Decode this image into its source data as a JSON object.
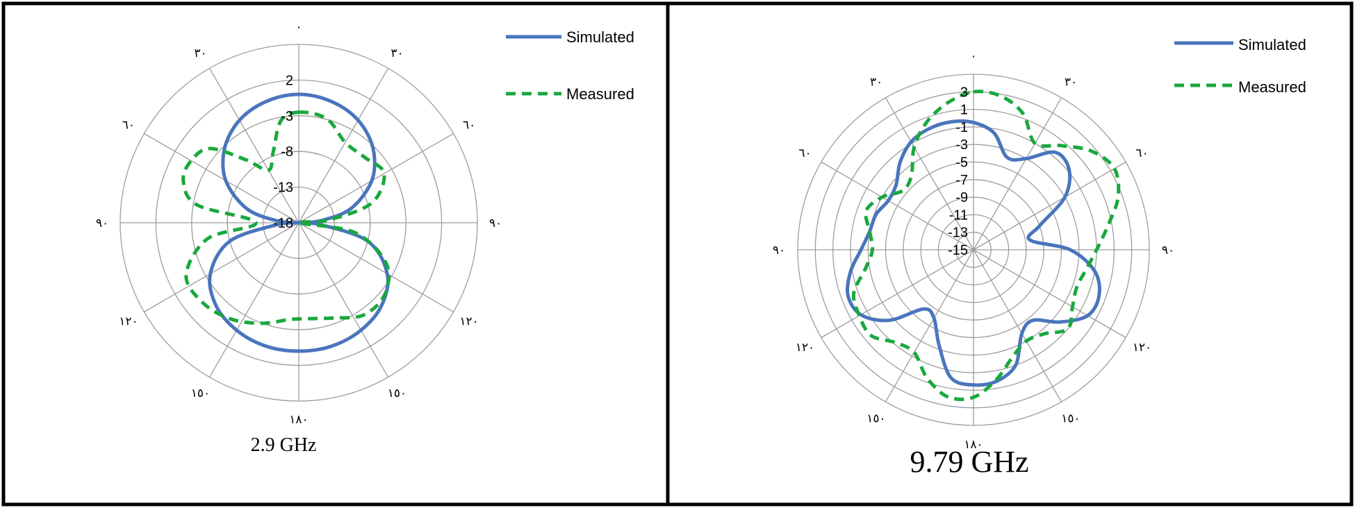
{
  "chart_data": [
    {
      "type": "polar-line",
      "caption": "2.9 GHz",
      "rlim": [
        -18,
        7
      ],
      "r_ticks": [
        "2",
        "-3",
        "-8",
        "-13",
        "-18"
      ],
      "r_tick_values": [
        2,
        -3,
        -8,
        -13,
        -18
      ],
      "angle_ticks": [
        {
          "deg": 0,
          "label": "٠"
        },
        {
          "deg": 30,
          "label": "٣٠"
        },
        {
          "deg": 60,
          "label": "٦٠"
        },
        {
          "deg": 90,
          "label": "٩٠"
        },
        {
          "deg": 120,
          "label": "١٢٠"
        },
        {
          "deg": 150,
          "label": "١٥٠"
        },
        {
          "deg": 180,
          "label": "١٨٠"
        },
        {
          "deg": 210,
          "label": "١٥٠"
        },
        {
          "deg": 240,
          "label": "١٢٠"
        },
        {
          "deg": 270,
          "label": "٩٠"
        },
        {
          "deg": 300,
          "label": "٦٠"
        },
        {
          "deg": 330,
          "label": "٣٠"
        }
      ],
      "legend_position": "top-right",
      "series": [
        {
          "name": "Simulated",
          "color": "#4a75bd",
          "style": "solid",
          "theta": [
            0,
            15,
            30,
            45,
            60,
            75,
            85,
            90,
            95,
            105,
            120,
            135,
            150,
            165,
            180,
            195,
            210,
            225,
            240,
            255,
            265,
            270,
            275,
            285,
            300,
            315,
            330,
            345
          ],
          "r": [
            0.0,
            -0.4,
            -1.4,
            -3.3,
            -6.2,
            -10.5,
            -15.0,
            -18.0,
            -15.0,
            -8.0,
            -3.7,
            -1.6,
            -0.6,
            -0.1,
            0.0,
            -0.1,
            -0.6,
            -1.6,
            -3.7,
            -8.0,
            -15.0,
            -18.0,
            -15.0,
            -10.5,
            -6.2,
            -3.3,
            -1.4,
            -0.4
          ]
        },
        {
          "name": "Measured",
          "color": "#1aa83e",
          "style": "dashed",
          "theta": [
            0,
            15,
            30,
            45,
            60,
            75,
            85,
            90,
            100,
            115,
            130,
            145,
            160,
            175,
            185,
            200,
            215,
            230,
            245,
            260,
            270,
            280,
            290,
            300,
            310,
            320,
            330,
            340,
            350
          ],
          "r": [
            -2.5,
            -2.9,
            -5.0,
            -5.0,
            -4.2,
            -7.5,
            -14.0,
            -18.0,
            -10.0,
            -4.5,
            -2.3,
            -2.2,
            -3.8,
            -4.5,
            -4.4,
            -3.0,
            -1.5,
            -0.5,
            -0.6,
            -5.0,
            -12.0,
            -3.5,
            -0.8,
            -0.6,
            -1.8,
            -6.5,
            -9.5,
            -7.5,
            -3.5
          ]
        }
      ]
    },
    {
      "type": "polar-line",
      "caption": "9.79 GHz",
      "rlim": [
        -15,
        5
      ],
      "r_ticks": [
        "3",
        "1",
        "-1",
        "-3",
        "-5",
        "-7",
        "-9",
        "-11",
        "-13",
        "-15"
      ],
      "r_tick_values": [
        3,
        1,
        -1,
        -3,
        -5,
        -7,
        -9,
        -11,
        -13,
        -15
      ],
      "angle_ticks": [
        {
          "deg": 0,
          "label": "٠"
        },
        {
          "deg": 30,
          "label": "٣٠"
        },
        {
          "deg": 60,
          "label": "٦٠"
        },
        {
          "deg": 90,
          "label": "٩٠"
        },
        {
          "deg": 120,
          "label": "١٢٠"
        },
        {
          "deg": 150,
          "label": "١٥٠"
        },
        {
          "deg": 180,
          "label": "١٨٠"
        },
        {
          "deg": 210,
          "label": "١٥٠"
        },
        {
          "deg": 240,
          "label": "١٢٠"
        },
        {
          "deg": 270,
          "label": "٩٠"
        },
        {
          "deg": 300,
          "label": "٦٠"
        },
        {
          "deg": 330,
          "label": "٣٠"
        }
      ],
      "legend_position": "top-right",
      "series": [
        {
          "name": "Simulated",
          "color": "#4a75bd",
          "style": "solid",
          "theta": [
            0,
            10,
            20,
            30,
            40,
            50,
            60,
            70,
            80,
            90,
            100,
            110,
            120,
            130,
            140,
            150,
            160,
            170,
            180,
            190,
            200,
            210,
            220,
            230,
            240,
            250,
            260,
            270,
            280,
            290,
            300,
            310,
            320,
            330,
            340,
            350
          ],
          "r": [
            -0.5,
            -1.5,
            -3.8,
            -3.0,
            -0.5,
            -0.8,
            -3.0,
            -7.0,
            -8.5,
            -4.0,
            -1.0,
            0.2,
            0.0,
            -2.2,
            -4.5,
            -4.0,
            -1.0,
            0.2,
            0.4,
            -0.2,
            -3.5,
            -6.0,
            -6.2,
            -2.5,
            -0.2,
            0.2,
            -0.8,
            -2.2,
            -3.0,
            -3.2,
            -3.8,
            -3.5,
            -2.0,
            -0.8,
            -0.3,
            -0.2
          ]
        },
        {
          "name": "Measured",
          "color": "#1aa83e",
          "style": "dashed",
          "theta": [
            0,
            10,
            20,
            30,
            40,
            50,
            60,
            70,
            80,
            90,
            100,
            110,
            120,
            130,
            140,
            150,
            160,
            170,
            180,
            190,
            200,
            210,
            220,
            230,
            240,
            250,
            260,
            270,
            280,
            290,
            300,
            310,
            320,
            330,
            340,
            350
          ],
          "r": [
            3.0,
            2.8,
            1.5,
            -1.0,
            0.5,
            2.5,
            3.5,
            2.5,
            0.5,
            -1.0,
            -2.0,
            -2.5,
            -2.0,
            -1.0,
            -2.5,
            -3.0,
            -2.0,
            0.0,
            1.8,
            2.0,
            0.5,
            -1.5,
            -1.2,
            0.2,
            0.0,
            -0.5,
            -2.5,
            -3.5,
            -3.0,
            -2.0,
            -3.0,
            -4.5,
            -4.0,
            -1.5,
            0.5,
            2.0
          ]
        }
      ]
    }
  ]
}
